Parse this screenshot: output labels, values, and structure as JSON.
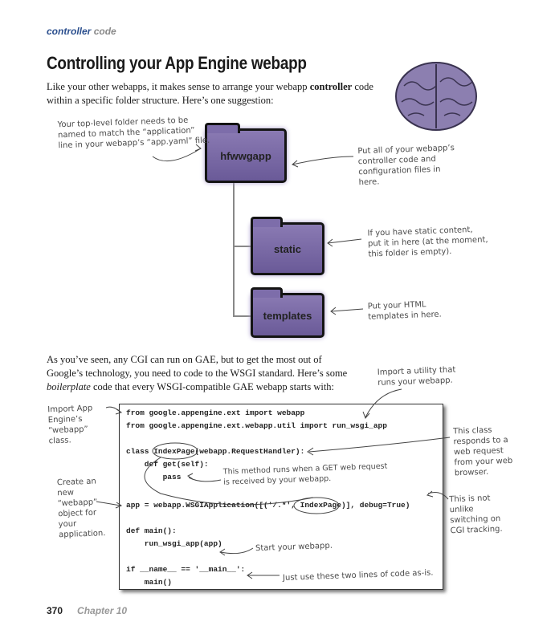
{
  "header": {
    "section": "controller",
    "section_suffix": "code"
  },
  "title": "Controlling your App Engine webapp",
  "intro": {
    "before": "Like your other webapps, it makes sense to arrange your webapp ",
    "bold": "controller",
    "after": " code within a specific folder structure. Here’s one suggestion:"
  },
  "folders": [
    {
      "name": "hfwwgapp"
    },
    {
      "name": "static"
    },
    {
      "name": "templates"
    }
  ],
  "notes": {
    "toplevel": "Your top-level folder needs to be named to match the “application” line in your webapp’s “app.yaml” file.",
    "putall": "Put all of your webapp’s controller code and configuration files in here.",
    "static": "If you have static content, put it in here (at the moment, this folder is empty).",
    "templates": "Put your HTML templates in here.",
    "utility": "Import a utility that runs your webapp.",
    "importapp": "Import App Engine’s “webapp” class.",
    "thisclass": "This class responds to a web request from your web browser.",
    "getmethod": "This method runs when a GET web request is received by your webapp.",
    "createnew": "Create an new “webapp” object for your application.",
    "cgi": "This is not unlike switching on CGI tracking.",
    "start": "Start your webapp.",
    "asis": "Just use these two lines of code as-is."
  },
  "para2": {
    "before": "As you’ve seen, any CGI can run on GAE, but to get the most out of Google’s technology, you need to code to the WSGI standard. Here’s some ",
    "italic": "boilerplate",
    "after": " code that every WSGI-compatible GAE webapp starts with:"
  },
  "code": [
    "from google.appengine.ext import webapp",
    "from google.appengine.ext.webapp.util import run_wsgi_app",
    "class IndexPage(webapp.RequestHandler):",
    "    def get(self):",
    "        pass",
    "app = webapp.WSGIApplication([('/.*', IndexPage)], debug=True)",
    "def main():",
    "    run_wsgi_app(app)",
    "if __name__ == '__main__':",
    "    main()"
  ],
  "footer": {
    "page": "370",
    "chapter": "Chapter 10"
  }
}
